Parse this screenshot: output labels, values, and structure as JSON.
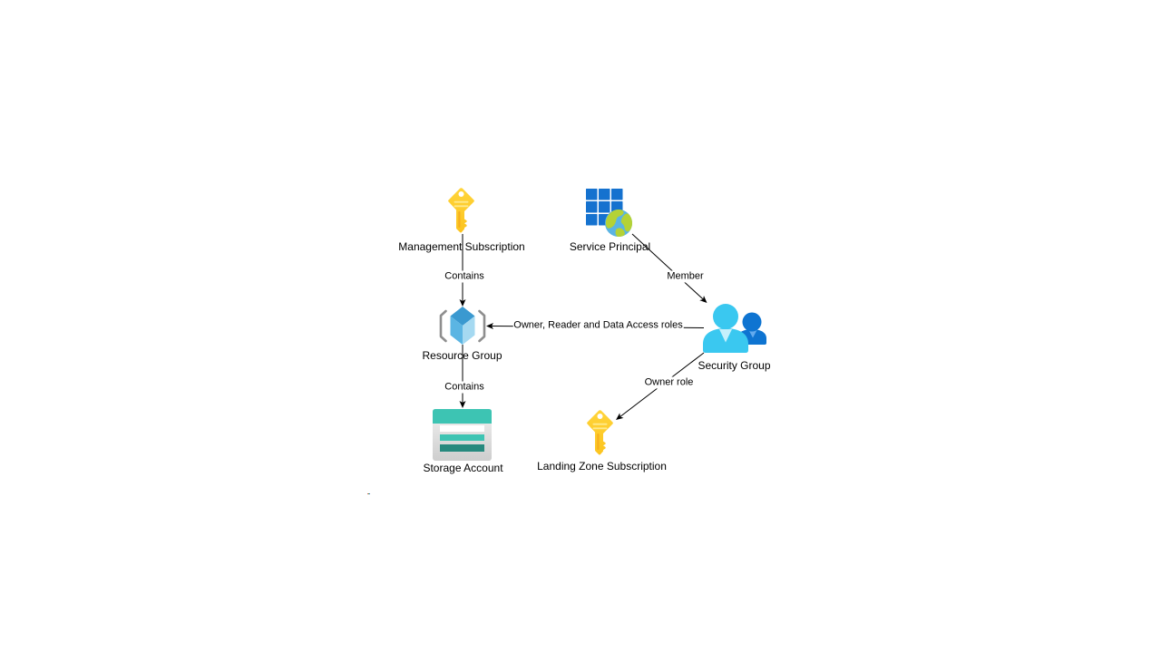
{
  "diagram": {
    "nodes": [
      {
        "id": "management-subscription",
        "label": "Management Subscription",
        "icon": "key-icon"
      },
      {
        "id": "service-principal",
        "label": "Service Principal",
        "icon": "app-registration-icon"
      },
      {
        "id": "resource-group",
        "label": "Resource Group",
        "icon": "resource-group-icon"
      },
      {
        "id": "storage-account",
        "label": "Storage Account",
        "icon": "storage-account-icon"
      },
      {
        "id": "security-group",
        "label": "Security Group",
        "icon": "security-group-icon"
      },
      {
        "id": "landing-zone-subscription",
        "label": "Landing Zone Subscription",
        "icon": "key-icon"
      }
    ],
    "edges": [
      {
        "from": "management-subscription",
        "to": "resource-group",
        "label": "Contains"
      },
      {
        "from": "resource-group",
        "to": "storage-account",
        "label": "Contains"
      },
      {
        "from": "service-principal",
        "to": "security-group",
        "label": "Member"
      },
      {
        "from": "security-group",
        "to": "resource-group",
        "label": "Owner, Reader and Data Access roles"
      },
      {
        "from": "security-group",
        "to": "landing-zone-subscription",
        "label": "Owner role"
      }
    ]
  },
  "palette": {
    "background": "#FFFFFF",
    "text": "#000000",
    "edge_stroke": "#000000",
    "key_yellow_light": "#FFD43A",
    "key_yellow": "#FCC41F",
    "key_stripe": "#FFE98C",
    "key_groove": "#F4A51C",
    "key_hole": "#FFFFFF",
    "app_grid_blue": "#1572CF",
    "globe_blue": "#5BB4E3",
    "globe_green": "#B4D236",
    "rg_bracket": "#8E8E8E",
    "cube_top": "#3A99D0",
    "cube_left": "#5BB5E3",
    "cube_right": "#A5D9F1",
    "storage_teal": "#3DC4B3",
    "storage_dark": "#27897E",
    "storage_bar_light": "#FFFFFF",
    "storage_body_top": "#F1F1F1",
    "storage_body_bottom": "#CECECE",
    "user_cyan": "#3AC8F0",
    "user_collar": "#C6F0FC",
    "user2_blue": "#0E74D1",
    "user2_collar": "#63AAEE"
  }
}
